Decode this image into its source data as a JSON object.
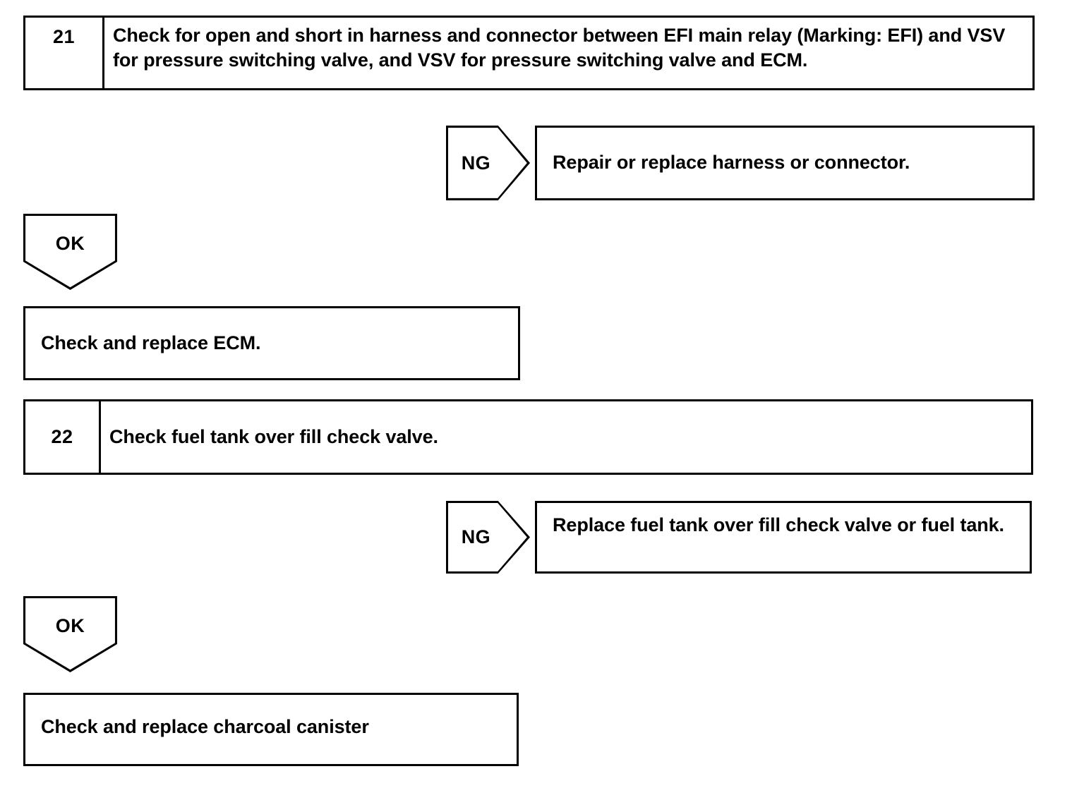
{
  "document": {
    "type": "diagnostic-flowchart",
    "title": "EVAP diagnostic troubleshooting steps 21-22"
  },
  "steps": [
    {
      "number": "21",
      "text": "Check for open and short in harness and connector between EFI main relay (Marking: EFI) and VSV for pressure switching valve, and VSV for pressure switching valve and ECM."
    },
    {
      "number": "22",
      "text": "Check fuel tank over fill check valve."
    }
  ],
  "judgements": {
    "ng_1": "NG",
    "ng_2": "NG",
    "ok_1": "OK",
    "ok_2": "OK"
  },
  "outcomes": {
    "ng_result_1": "Repair or replace harness or connector.",
    "ng_result_2": "Replace fuel tank over fill check valve or fuel tank.",
    "ok_result_1": "Check and replace ECM.",
    "ok_result_2": "Check and replace charcoal canister"
  },
  "colors": {
    "ink": "#000000",
    "paper": "#ffffff"
  }
}
